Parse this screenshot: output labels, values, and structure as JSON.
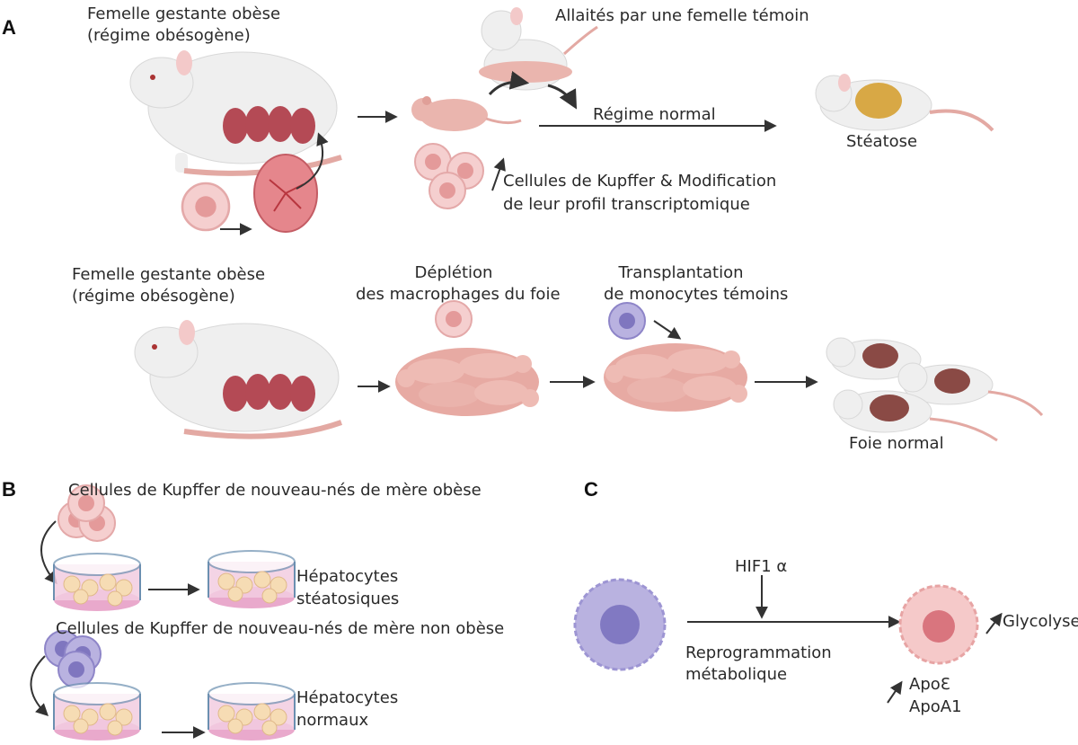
{
  "panels": {
    "a": "A",
    "b": "B",
    "c": "C"
  },
  "panel_a_top": {
    "mother_line1": "Femelle gestante obèse",
    "mother_line2": "(régime obésogène)",
    "fostered": "Allaités par une femelle témoin",
    "diet": "Régime normal",
    "outcome": "Stéatose",
    "kupffer_line1": "Cellules de Kupffer & Modification",
    "kupffer_line2": "de leur profil transcriptomique"
  },
  "panel_a_bottom": {
    "mother_line1": "Femelle gestante obèse",
    "mother_line2": "(régime obésogène)",
    "depletion_line1": "Déplétion",
    "depletion_line2": "des macrophages du foie",
    "transplant_line1": "Transplantation",
    "transplant_line2": "de monocytes témoins",
    "outcome": "Foie normal"
  },
  "panel_b": {
    "obese_title": "Cellules de Kupffer de nouveau-nés de mère obèse",
    "obese_result_line1": "Hépatocytes",
    "obese_result_line2": "stéatosiques",
    "nonobese_title": "Cellules de Kupffer de nouveau-nés de mère non obèse",
    "nonobese_result_line1": "Hépatocytes",
    "nonobese_result_line2": "normaux"
  },
  "panel_c": {
    "factor": "HIF1 α",
    "process_line1": "Reprogrammation",
    "process_line2": "métabolique",
    "up1": "Glycolyse",
    "up2_line1": "ApoƐ",
    "up2_line2": "ApoA1"
  },
  "colors": {
    "mouse_white": "#efefef",
    "pup_pink": "#e8b0aa",
    "kupffer_pink": "#f2c6c6",
    "monocyte_purple": "#a9a2d6",
    "steatotic_liver": "#d8a845",
    "normal_liver": "#8a4a45",
    "uterus": "#e5868c",
    "dish_medium": "#f0c4de",
    "hepatocyte": "#f6dcb4",
    "arrow": "#333333"
  }
}
